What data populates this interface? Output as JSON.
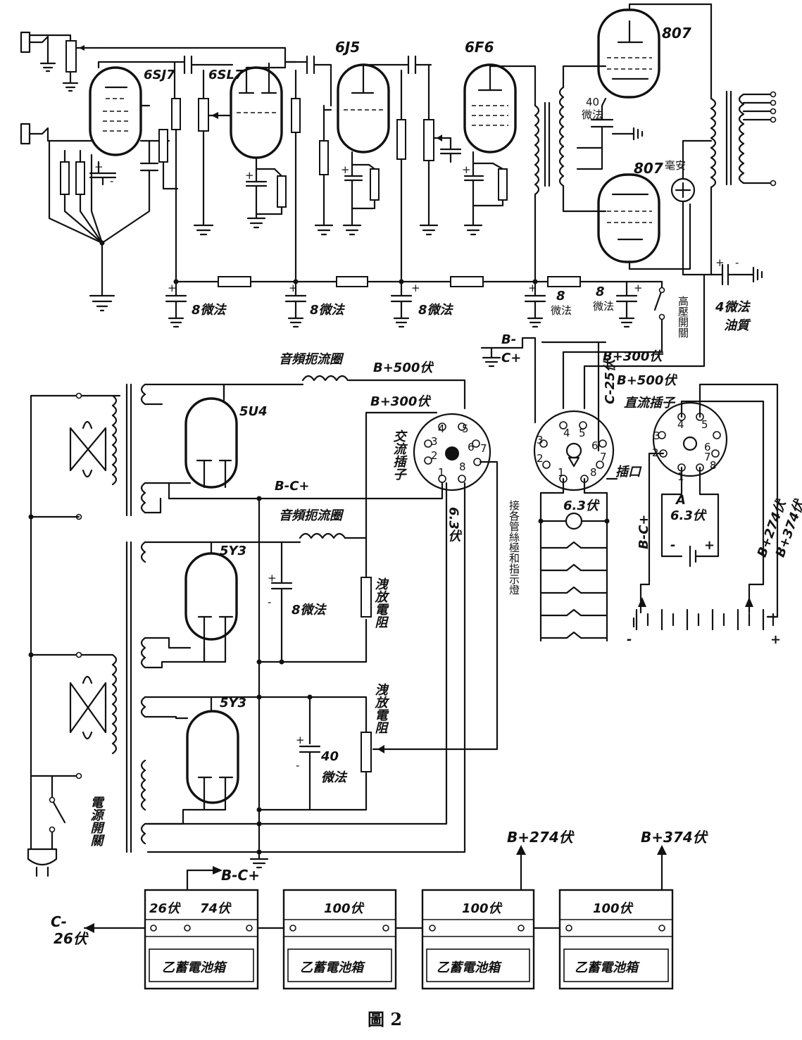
{
  "tubes": {
    "v1": "6SJ7",
    "v2": "6SL7",
    "v3": "6J5",
    "v4": "6F6",
    "v5": "807",
    "v6": "807",
    "r1": "5U4",
    "r2": "5Y3",
    "r3": "5Y3"
  },
  "caps": {
    "c8a": "8微法",
    "c8b": "8微法",
    "c8c": "8微法",
    "c8d": "8",
    "c8d_unit": "微法",
    "c8e": "8",
    "c8e_unit": "微法",
    "c40_top": "40",
    "c40_top_unit": "微法",
    "c4": "4微法",
    "c4_oil": "油質",
    "c8f": "8微法",
    "c40": "40",
    "c40_unit": "微法"
  },
  "labels": {
    "choke1": "音頻扼流圈",
    "choke2": "音頻扼流圈",
    "b500": "B+500伏",
    "b300": "B+300伏",
    "bc_mid": "B-C+",
    "ac_plug": "交流插子",
    "v63": "6.3伏",
    "bleed1": "洩放電阻",
    "bleed2": "洩放電阻",
    "power_switch": "電源開關",
    "bc_left": "B-",
    "bc_left2": "C+",
    "b300_top": "B+300伏",
    "c25": "C-25伏",
    "b500_top": "B+500伏",
    "hv_switch": "高壓開關",
    "meter": "毫安",
    "socket": "插口",
    "socket_63": "6.3伏",
    "filaments": "接各管絲極和指示燈",
    "dc_plug": "直流插子",
    "dc_63": "6.3伏",
    "dc_a": "A",
    "dc_bc": "B-C+",
    "dc_c25": "C-25伏",
    "dc_b274": "B+274伏",
    "dc_b374": "B+374伏",
    "minus": "-",
    "plus": "+"
  },
  "pins": [
    "1",
    "2",
    "3",
    "4",
    "5",
    "6",
    "7",
    "8"
  ],
  "batteries": {
    "b274": "B+274伏",
    "b374": "B+374伏",
    "bc": "B-C+",
    "c26": "C-",
    "c26v": "26伏",
    "boxes": [
      {
        "top_a": "26伏",
        "top_b": "74伏",
        "name": "乙蓄電池箱"
      },
      {
        "top_a": "",
        "top_b": "100伏",
        "name": "乙蓄電池箱"
      },
      {
        "top_a": "",
        "top_b": "100伏",
        "name": "乙蓄電池箱"
      },
      {
        "top_a": "",
        "top_b": "100伏",
        "name": "乙蓄電池箱"
      }
    ]
  },
  "caption": "圖 2"
}
